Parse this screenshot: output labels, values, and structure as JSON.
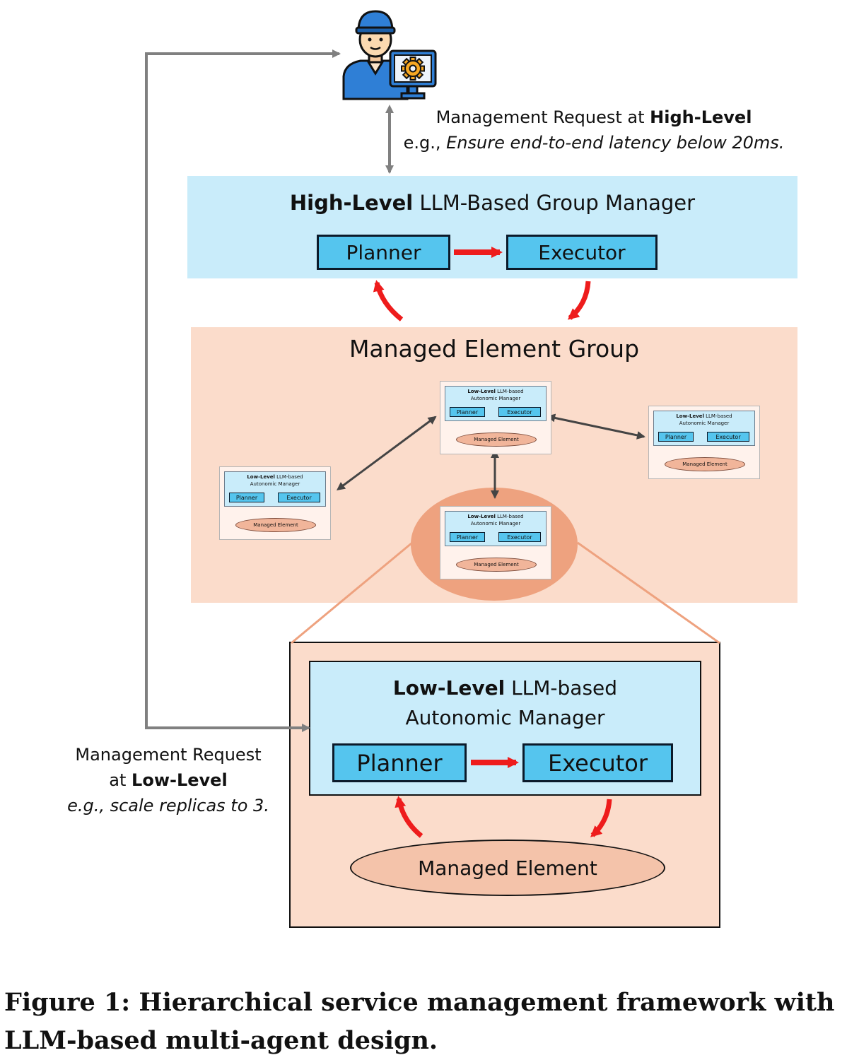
{
  "top_request": {
    "line1_prefix": "Management Request at ",
    "line1_bold": "High-Level",
    "line2_prefix": "e.g., ",
    "line2_italic": "Ensure end-to-end latency below 20ms."
  },
  "high_level_manager": {
    "title_bold": "High-Level",
    "title_rest": " LLM-Based Group Manager",
    "planner": "Planner",
    "executor": "Executor"
  },
  "group": {
    "title": "Managed Element Group",
    "mini_manager": {
      "title_bold": "Low-Level",
      "title_rest": " LLM-based",
      "title_line2": "Autonomic Manager",
      "planner": "Planner",
      "executor": "Executor",
      "element": "Managed Element"
    }
  },
  "low_level_manager": {
    "title_bold": "Low-Level",
    "title_rest": " LLM-based",
    "title_line2": "Autonomic Manager",
    "planner": "Planner",
    "executor": "Executor",
    "element": "Managed Element"
  },
  "low_request": {
    "line1": "Management Request",
    "line2_prefix": "at ",
    "line2_bold": "Low-Level",
    "line3": "e.g., scale replicas to 3."
  },
  "caption": "Figure 1: Hierarchical service management framework with LLM-based multi-agent design.",
  "colors": {
    "manager_panel": "#c9ecfa",
    "component_box": "#55c5ee",
    "group_panel": "#fbdccb",
    "managed_element": "#f4c3aa",
    "control_arrow": "#ee1c1c",
    "request_arrow": "#808080"
  },
  "icons": {
    "operator": "operator-with-gear-monitor-icon"
  }
}
